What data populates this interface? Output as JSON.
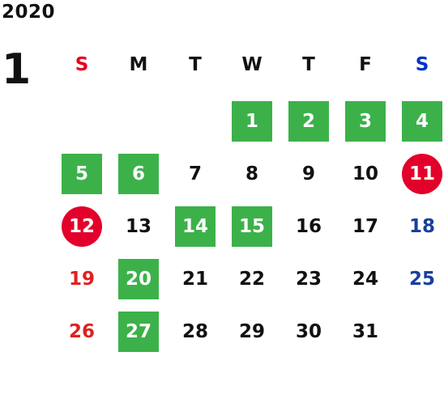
{
  "year": "2020",
  "month": "1",
  "colors": {
    "green": "#3cb14a",
    "holiday_red": "#e3002b",
    "sunday": "#e02020",
    "saturday": "#1a3f9c",
    "sat_header": "#0033cc",
    "weekday": "#111111"
  },
  "weekdays": [
    {
      "label": "S",
      "color": "#e8001c"
    },
    {
      "label": "M",
      "color": "#111111"
    },
    {
      "label": "T",
      "color": "#111111"
    },
    {
      "label": "W",
      "color": "#111111"
    },
    {
      "label": "T",
      "color": "#111111"
    },
    {
      "label": "F",
      "color": "#111111"
    },
    {
      "label": "S",
      "color": "#0033cc"
    }
  ],
  "days": [
    {
      "day": "1",
      "style": "green"
    },
    {
      "day": "2",
      "style": "green"
    },
    {
      "day": "3",
      "style": "green"
    },
    {
      "day": "4",
      "style": "green"
    },
    {
      "day": "5",
      "style": "green"
    },
    {
      "day": "6",
      "style": "green"
    },
    {
      "day": "7",
      "style": "plain"
    },
    {
      "day": "8",
      "style": "plain"
    },
    {
      "day": "9",
      "style": "plain"
    },
    {
      "day": "10",
      "style": "plain"
    },
    {
      "day": "11",
      "style": "red-circle"
    },
    {
      "day": "12",
      "style": "red-circle"
    },
    {
      "day": "13",
      "style": "plain"
    },
    {
      "day": "14",
      "style": "green"
    },
    {
      "day": "15",
      "style": "green"
    },
    {
      "day": "16",
      "style": "plain"
    },
    {
      "day": "17",
      "style": "plain"
    },
    {
      "day": "18",
      "style": "plain"
    },
    {
      "day": "19",
      "style": "plain"
    },
    {
      "day": "20",
      "style": "green"
    },
    {
      "day": "21",
      "style": "plain"
    },
    {
      "day": "22",
      "style": "plain"
    },
    {
      "day": "23",
      "style": "plain"
    },
    {
      "day": "24",
      "style": "plain"
    },
    {
      "day": "25",
      "style": "plain"
    },
    {
      "day": "26",
      "style": "plain"
    },
    {
      "day": "27",
      "style": "green"
    },
    {
      "day": "28",
      "style": "plain"
    },
    {
      "day": "29",
      "style": "plain"
    },
    {
      "day": "30",
      "style": "plain"
    },
    {
      "day": "31",
      "style": "plain"
    }
  ]
}
